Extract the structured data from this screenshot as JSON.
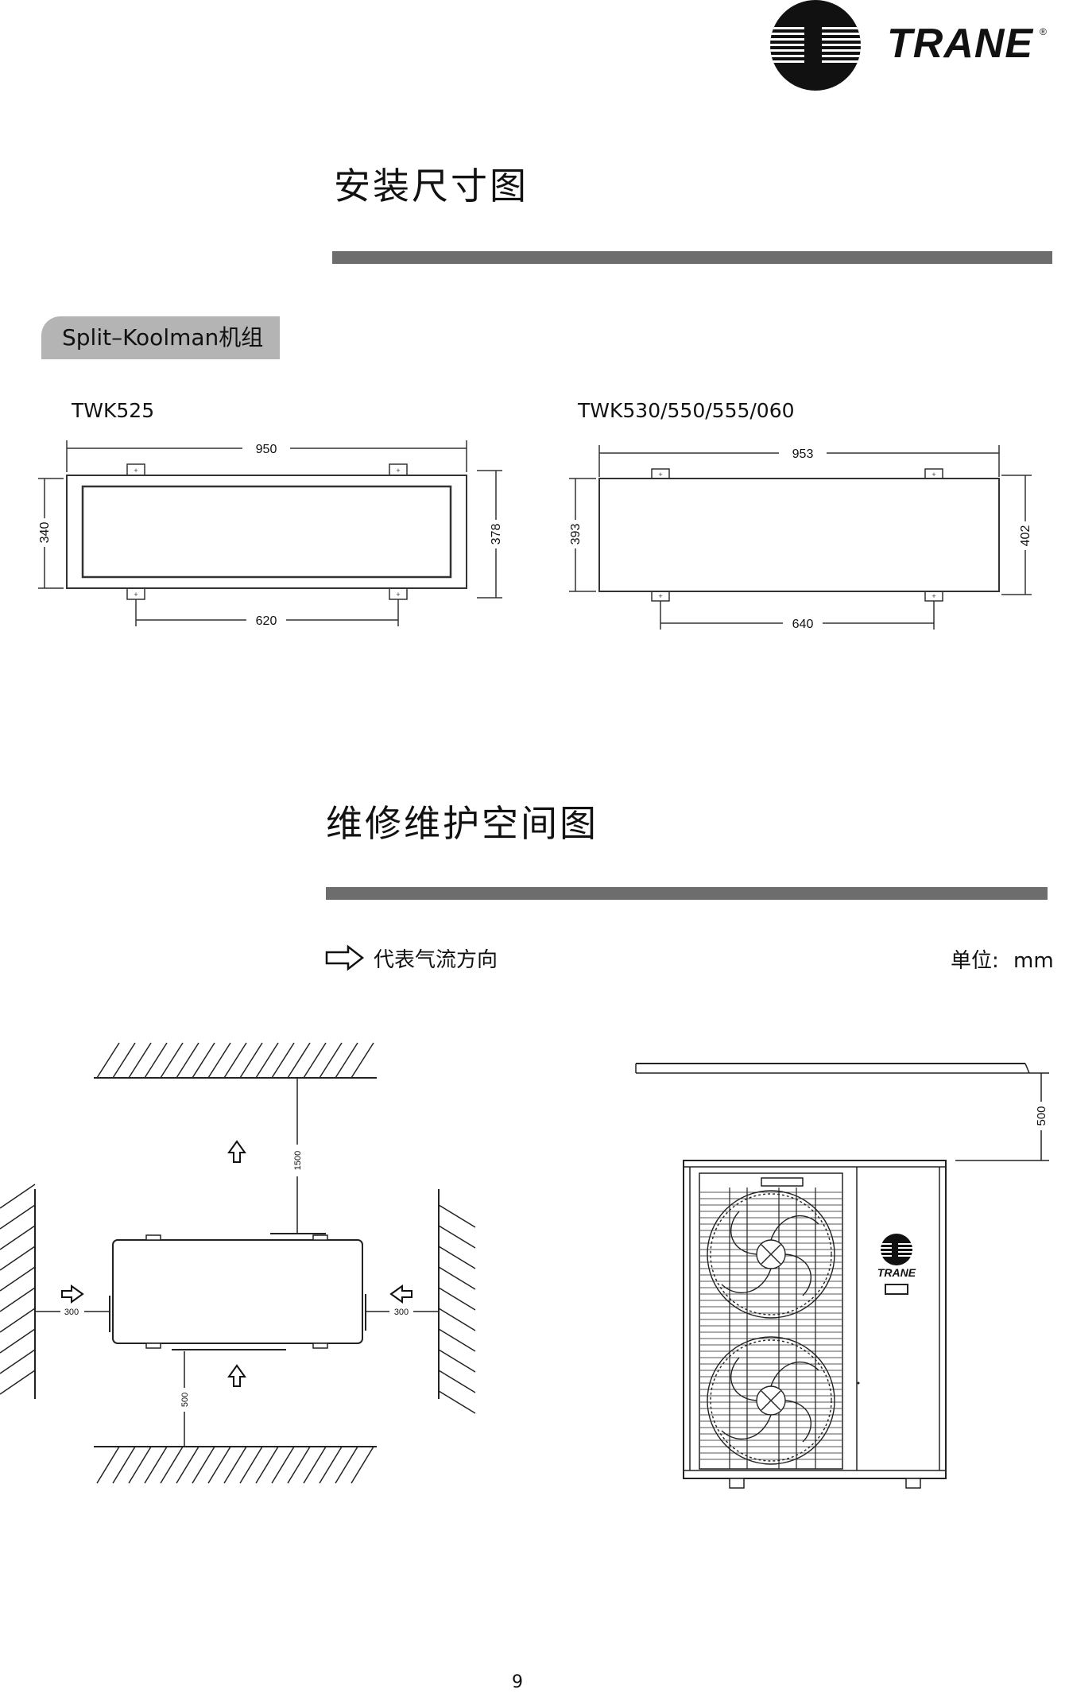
{
  "brand": {
    "name": "TRANE",
    "registered": "®"
  },
  "section_install": {
    "title": "安装尺寸图",
    "tab_label": "Split–Koolman机组",
    "left_model": "TWK525",
    "right_model": "TWK530/550/555/060",
    "left_dims": {
      "width": "950",
      "height_left": "340",
      "height_right": "378",
      "mount": "620"
    },
    "right_dims": {
      "width": "953",
      "height_left": "393",
      "height_right": "402",
      "mount": "640"
    }
  },
  "section_service": {
    "title": "维修维护空间图",
    "legend_text": "代表气流方向",
    "unit_label": "单位:",
    "unit_value": "mm",
    "top_clearance": "1500",
    "left_clearance": "300",
    "right_clearance": "300",
    "bottom_clearance": "500",
    "front_top_clearance": "500",
    "unit_brand": "TRANE"
  },
  "page_number": "9"
}
